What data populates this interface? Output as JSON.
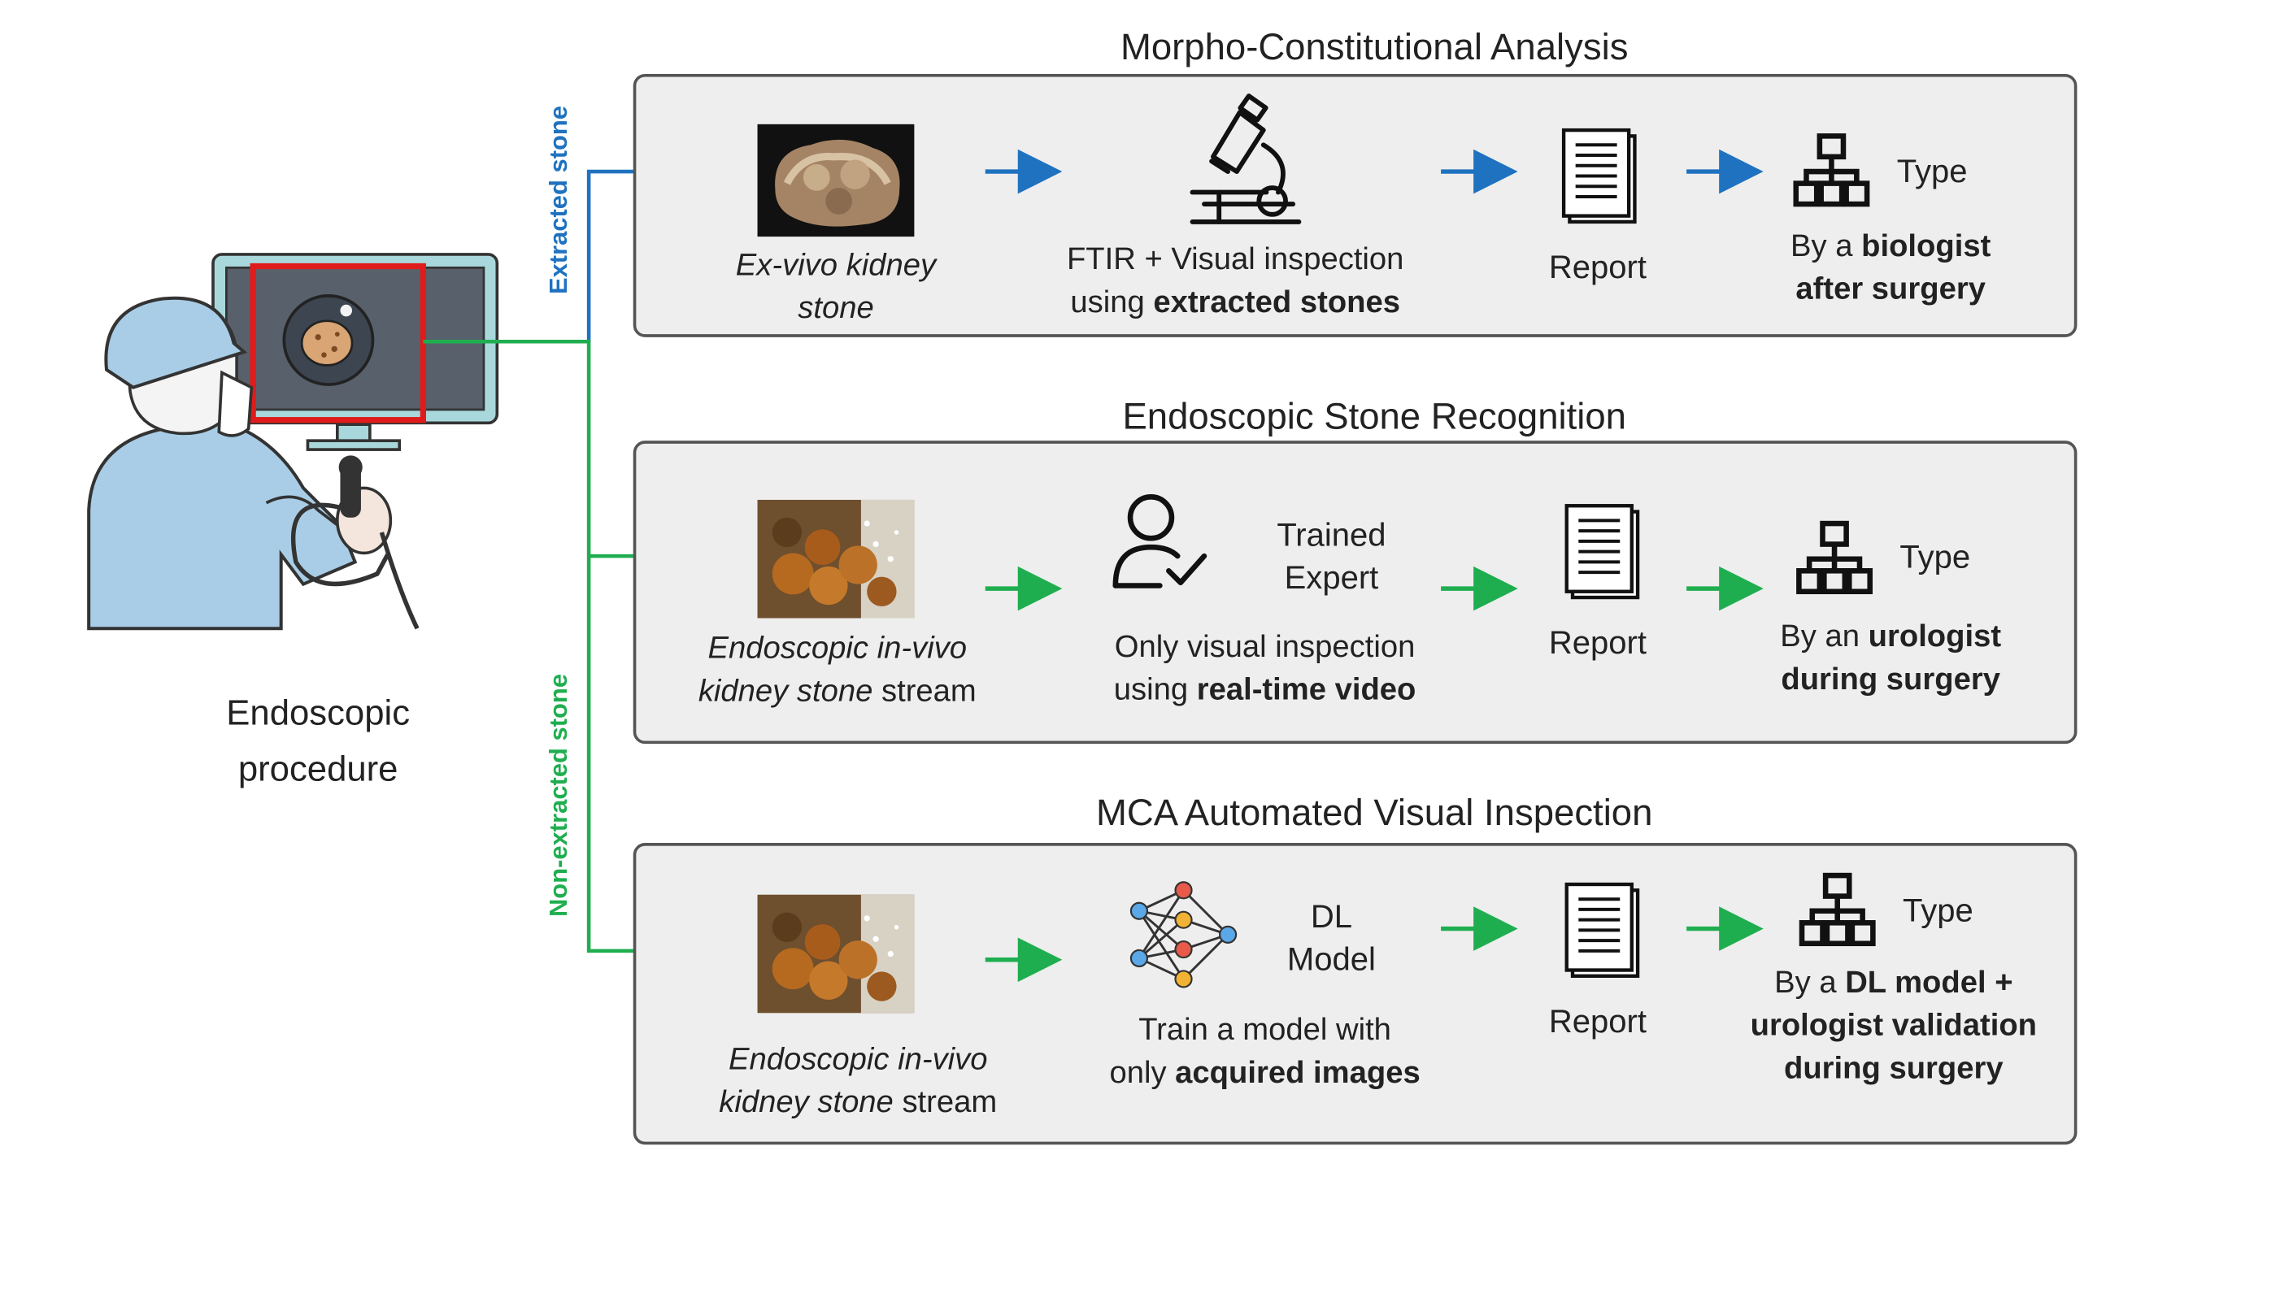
{
  "left": {
    "procedure_line1": "Endoscopic",
    "procedure_line2": "procedure"
  },
  "branches": {
    "extracted_label": "Extracted stone",
    "non_extracted_label": "Non-extracted stone"
  },
  "colors": {
    "extracted": "#1f72c0",
    "non_extracted": "#1fae4f",
    "highlight": "#e01b1b",
    "panel_bg": "#eeeeee"
  },
  "panels": [
    {
      "title": "Morpho-Constitutional Analysis",
      "image_caption_1": "Ex-vivo kidney",
      "image_caption_2": "stone",
      "method_icon": "microscope-icon",
      "method_caption_1_pre": "FTIR + Visual inspection",
      "method_caption_2_pre": "using ",
      "method_caption_2_bold": "extracted stones",
      "report_label": "Report",
      "type_label": "Type",
      "who_1_pre": "By a ",
      "who_1_bold": "biologist",
      "who_2_bold": "after surgery"
    },
    {
      "title": "Endoscopic Stone Recognition",
      "image_caption_1": "Endoscopic in-vivo",
      "image_caption_2_it": "kidney stone",
      "image_caption_2_rest": " stream",
      "method_icon": "trained-expert-icon",
      "side_label_1": "Trained",
      "side_label_2": "Expert",
      "method_caption_1_pre": "Only visual inspection",
      "method_caption_2_pre": "using ",
      "method_caption_2_bold": "real-time video",
      "report_label": "Report",
      "type_label": "Type",
      "who_1_pre": "By an ",
      "who_1_bold": "urologist",
      "who_2_bold": "during surgery"
    },
    {
      "title": "MCA Automated Visual Inspection",
      "image_caption_1": "Endoscopic in-vivo",
      "image_caption_2_it": "kidney stone",
      "image_caption_2_rest": " stream",
      "method_icon": "neural-network-icon",
      "side_label_1": "DL",
      "side_label_2": "Model",
      "method_caption_1_pre": "Train a model with",
      "method_caption_2_pre": "only ",
      "method_caption_2_bold": "acquired images",
      "report_label": "Report",
      "type_label": "Type",
      "who_1_pre": "By a ",
      "who_1_bold": "DL model +",
      "who_2_bold": "urologist validation",
      "who_3_bold": "during surgery"
    }
  ]
}
